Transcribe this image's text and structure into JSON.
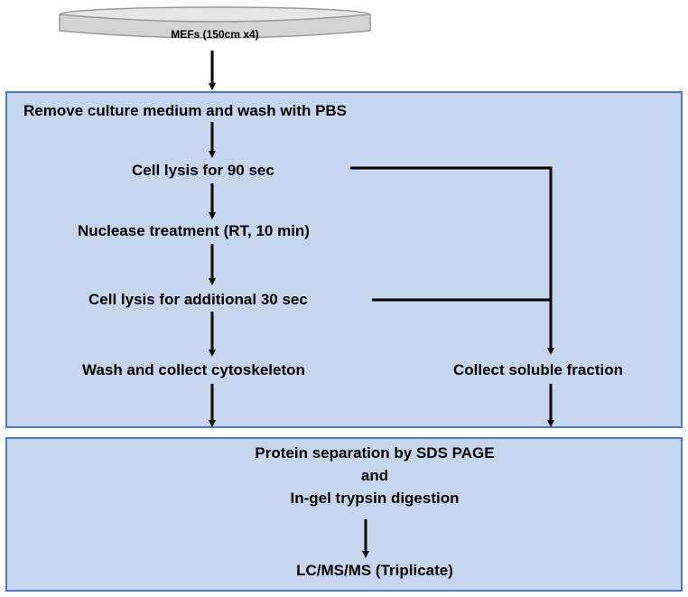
{
  "dish": {
    "label": "MEFs (150cm x4)"
  },
  "steps": {
    "remove": "Remove culture medium and wash with PBS",
    "lysis90": "Cell lysis for 90 sec",
    "nuclease": "Nuclease treatment (RT, 10 min)",
    "lysis30": "Cell lysis for additional 30 sec",
    "cytoskeleton": "Wash and collect cytoskeleton",
    "soluble": "Collect soluble fraction",
    "separation": "Protein separation by SDS PAGE",
    "and": "and",
    "digestion": "In-gel trypsin digestion",
    "lcms": "LC/MS/MS (Triplicate)"
  },
  "colors": {
    "box_fill": "#c6d6ee",
    "box_border": "#4a7bbd",
    "dish_fill": "#d9d9d9",
    "arrow": "#000000"
  }
}
